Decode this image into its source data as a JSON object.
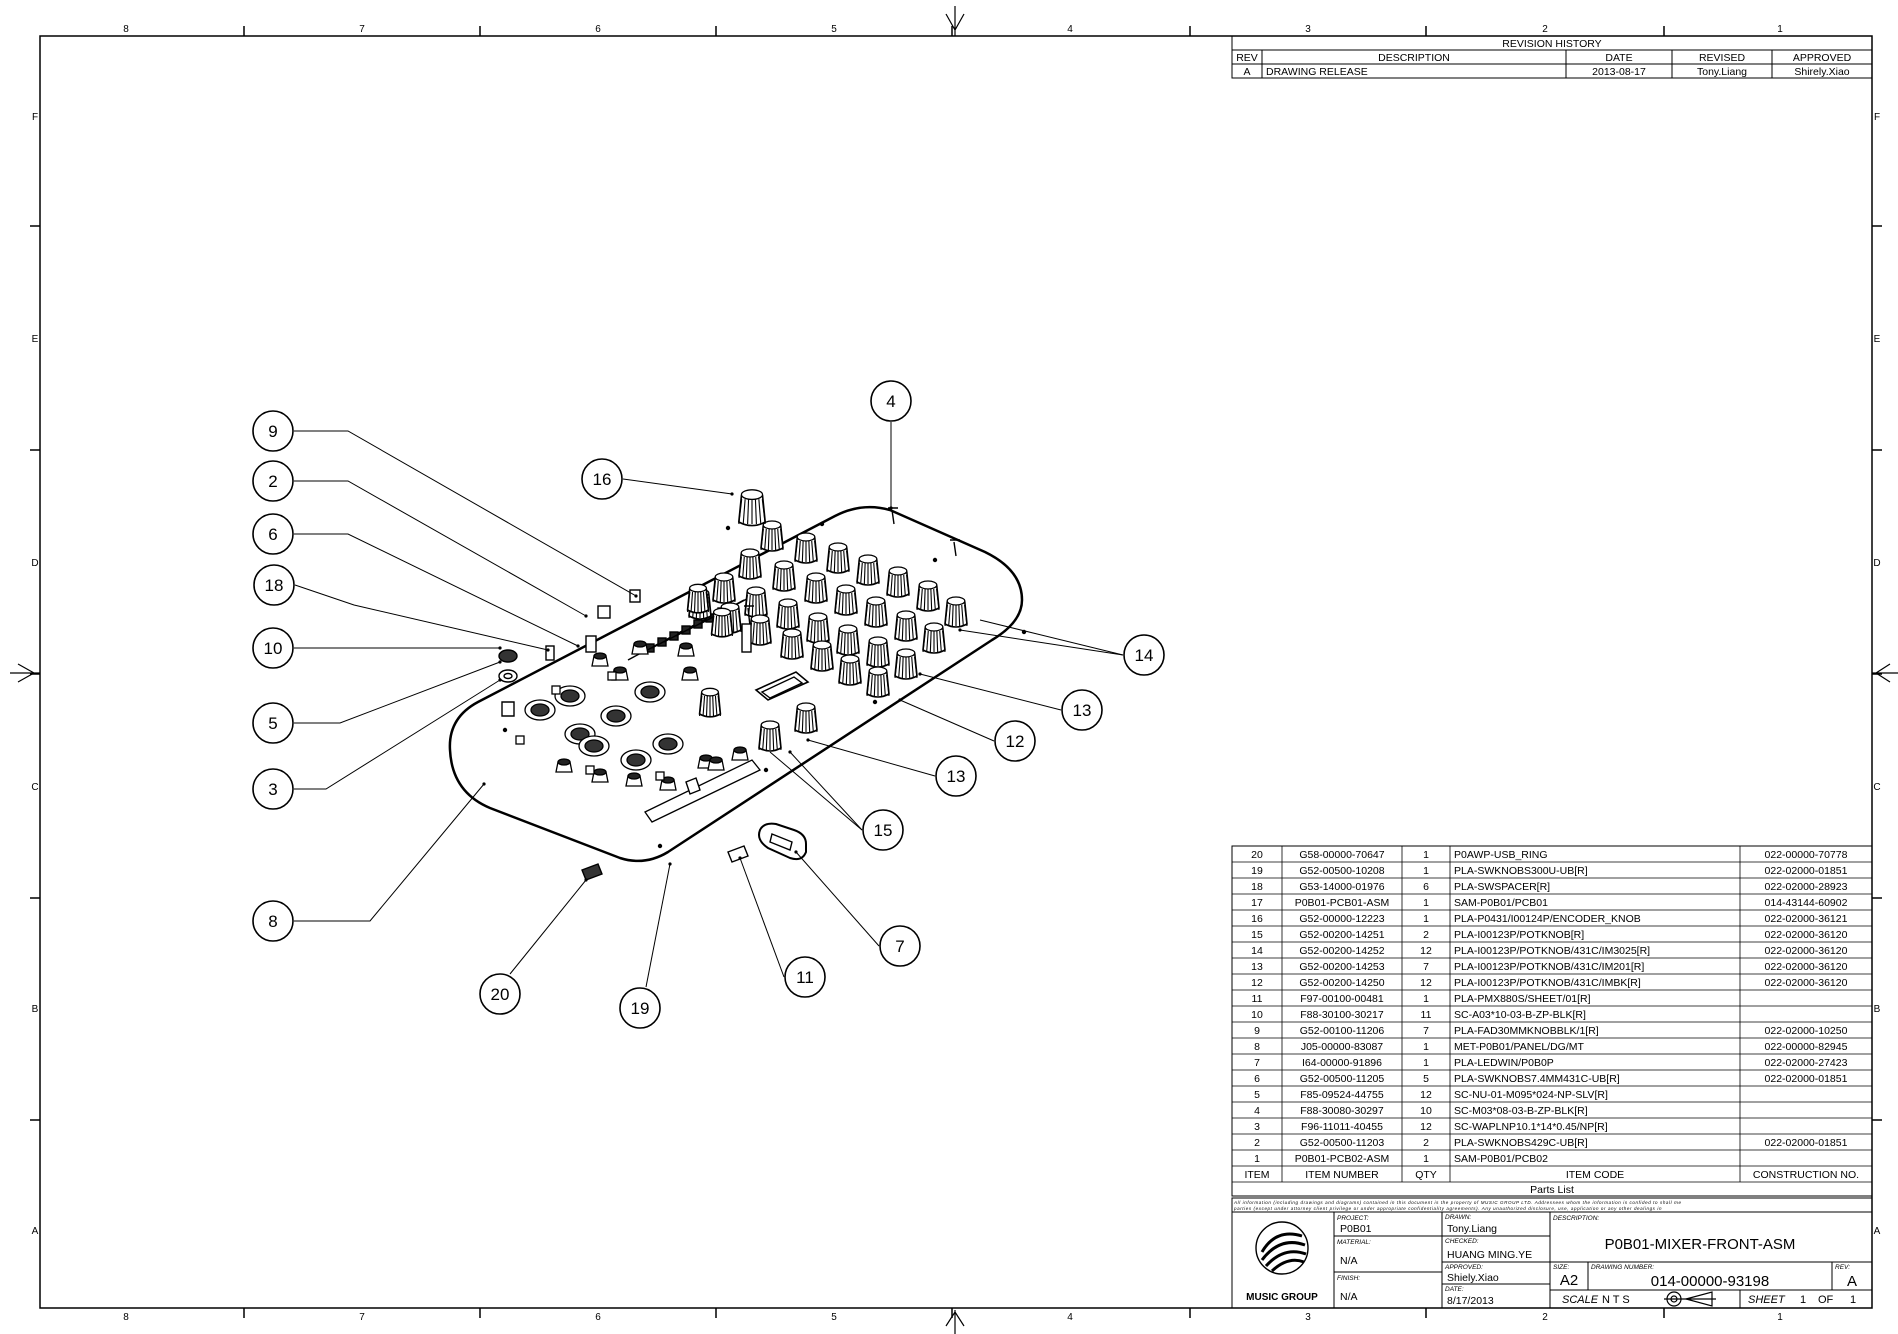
{
  "zones": {
    "columns": [
      "8",
      "7",
      "6",
      "5",
      "4",
      "3",
      "2",
      "1"
    ],
    "rows": [
      "F",
      "E",
      "D",
      "C",
      "B",
      "A"
    ]
  },
  "revision": {
    "title": "REVISION HISTORY",
    "headers": [
      "REV",
      "DESCRIPTION",
      "DATE",
      "REVISED",
      "APPROVED"
    ],
    "rows": [
      [
        "A",
        "DRAWING RELEASE",
        "2013-08-17",
        "Tony.Liang",
        "Shirely.Xiao"
      ]
    ]
  },
  "balloons": [
    "9",
    "2",
    "6",
    "18",
    "10",
    "5",
    "3",
    "8",
    "16",
    "4",
    "14",
    "13",
    "12",
    "13",
    "15",
    "7",
    "11",
    "19",
    "20"
  ],
  "parts": {
    "title": "Parts List",
    "headers": [
      "ITEM",
      "ITEM NUMBER",
      "QTY",
      "ITEM CODE",
      "CONSTRUCTION NO."
    ],
    "rows": [
      [
        "20",
        "G58-00000-70647",
        "1",
        "P0AWP-USB_RING",
        "022-00000-70778"
      ],
      [
        "19",
        "G52-00500-10208",
        "1",
        "PLA-SWKNOBS300U-UB[R]",
        "022-02000-01851"
      ],
      [
        "18",
        "G53-14000-01976",
        "6",
        "PLA-SWSPACER[R]",
        "022-02000-28923"
      ],
      [
        "17",
        "P0B01-PCB01-ASM",
        "1",
        "SAM-P0B01/PCB01",
        "014-43144-60902"
      ],
      [
        "16",
        "G52-00000-12223",
        "1",
        "PLA-P0431/I00124P/ENCODER_KNOB",
        "022-02000-36121"
      ],
      [
        "15",
        "G52-00200-14251",
        "2",
        "PLA-I00123P/POTKNOB[R]",
        "022-02000-36120"
      ],
      [
        "14",
        "G52-00200-14252",
        "12",
        "PLA-I00123P/POTKNOB/431C/IM3025[R]",
        "022-02000-36120"
      ],
      [
        "13",
        "G52-00200-14253",
        "7",
        "PLA-I00123P/POTKNOB/431C/IM201[R]",
        "022-02000-36120"
      ],
      [
        "12",
        "G52-00200-14250",
        "12",
        "PLA-I00123P/POTKNOB/431C/IMBK[R]",
        "022-02000-36120"
      ],
      [
        "11",
        "F97-00100-00481",
        "1",
        "PLA-PMX880S/SHEET/01[R]",
        ""
      ],
      [
        "10",
        "F88-30100-30217",
        "11",
        "SC-A03*10-03-B-ZP-BLK[R]",
        ""
      ],
      [
        "9",
        "G52-00100-11206",
        "7",
        "PLA-FAD30MMKNOBBLK/1[R]",
        "022-02000-10250"
      ],
      [
        "8",
        "J05-00000-83087",
        "1",
        "MET-P0B01/PANEL/DG/MT",
        "022-00000-82945"
      ],
      [
        "7",
        "I64-00000-91896",
        "1",
        "PLA-LEDWIN/P0B0P",
        "022-02000-27423"
      ],
      [
        "6",
        "G52-00500-11205",
        "5",
        "PLA-SWKNOBS7.4MM431C-UB[R]",
        "022-02000-01851"
      ],
      [
        "5",
        "F85-09524-44755",
        "12",
        "SC-NU-01-M095*024-NP-SLV[R]",
        ""
      ],
      [
        "4",
        "F88-30080-30297",
        "10",
        "SC-M03*08-03-B-ZP-BLK[R]",
        ""
      ],
      [
        "3",
        "F96-11011-40455",
        "12",
        "SC-WAPLNP10.1*14*0.45/NP[R]",
        ""
      ],
      [
        "2",
        "G52-00500-11203",
        "2",
        "PLA-SWKNOBS429C-UB[R]",
        "022-02000-01851"
      ],
      [
        "1",
        "P0B01-PCB02-ASM",
        "1",
        "SAM-P0B01/PCB02",
        ""
      ]
    ]
  },
  "disclaimer": [
    "All information (including drawings and diagrams) contained in this document is the property of MUSIC GROUP LTD. Addressees whom the information is confided to shall me",
    "parties (except under attorney client privilege or under appropriate confidentiality agreements). Any unauthorized disclosure, use, application or any other dealings in"
  ],
  "title_block": {
    "logo_text": "MUSIC GROUP",
    "project_label": "PROJECT:",
    "project": "P0B01",
    "material_label": "MATERIAL:",
    "material": "N/A",
    "finish_label": "FINISH:",
    "finish": "N/A",
    "drawn_label": "DRAWN:",
    "drawn": "Tony.Liang",
    "checked_label": "CHECKED:",
    "checked": "HUANG MING.YE",
    "approved_label": "APPROVED:",
    "approved": "Shiely.Xiao",
    "date_label": "DATE:",
    "date": "8/17/2013",
    "description_label": "DESCRIPTION:",
    "description": "P0B01-MIXER-FRONT-ASM",
    "size_label": "SIZE:",
    "size": "A2",
    "drawing_number_label": "DRAWING NUMBER:",
    "drawing_number": "014-00000-93198",
    "rev_label": "REV:",
    "rev": "A",
    "scale_label": "SCALE",
    "scale": "N T S",
    "sheet_label": "SHEET",
    "sheet": "1",
    "of_label": "OF",
    "of": "1"
  }
}
